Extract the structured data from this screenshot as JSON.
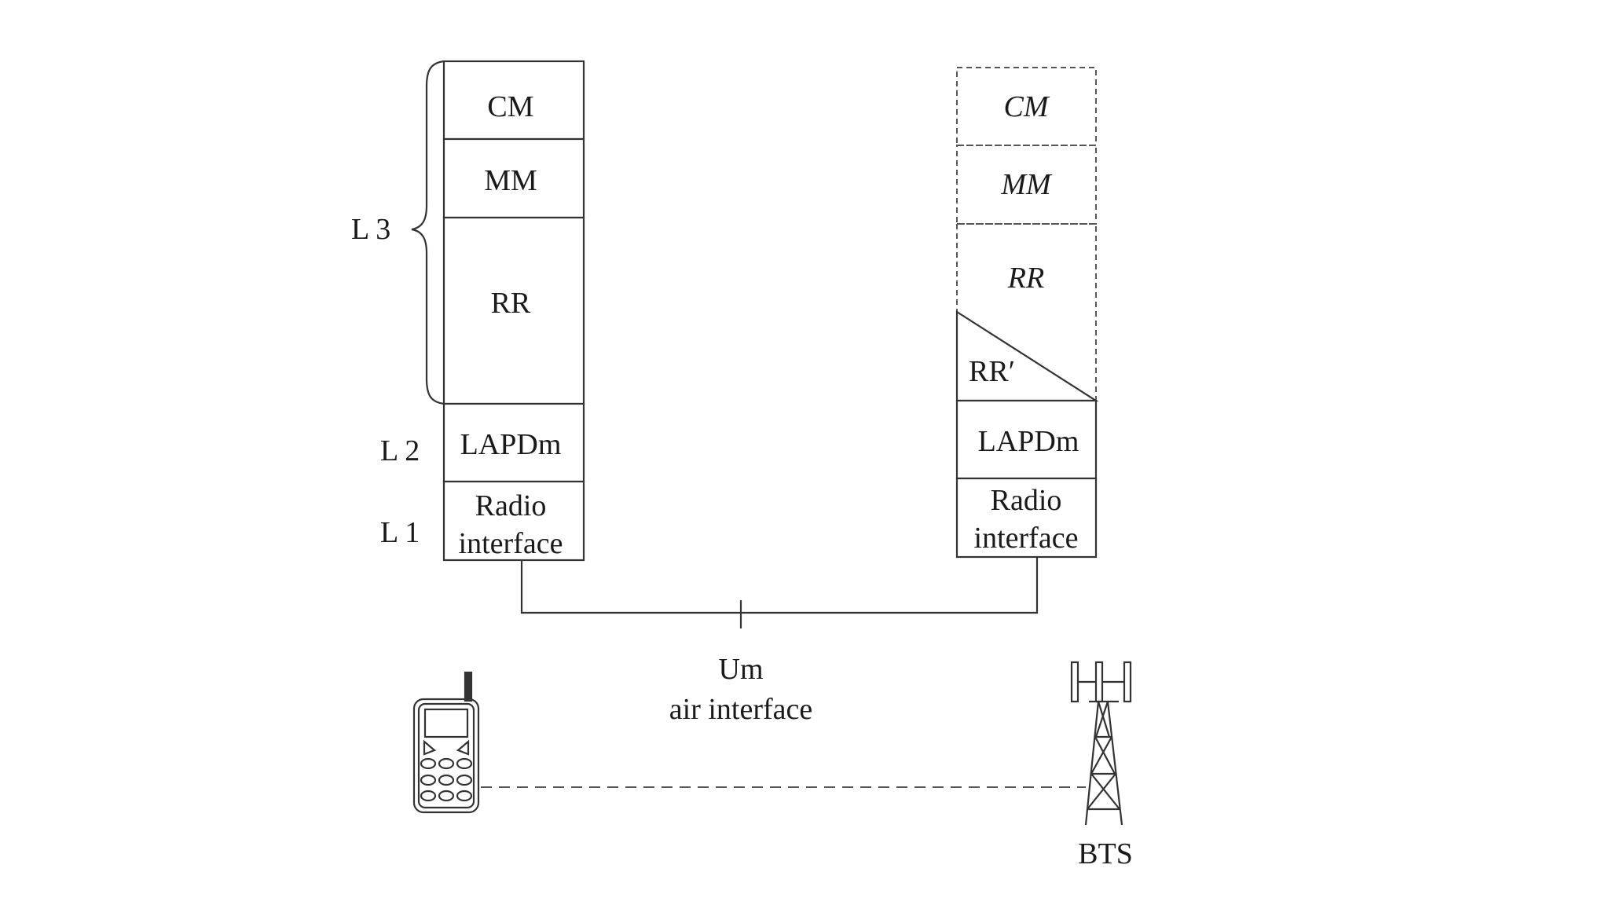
{
  "ms_stack": {
    "cm": "CM",
    "mm": "MM",
    "rr": "RR",
    "lapdm": "LAPDm",
    "radio_line1": "Radio",
    "radio_line2": "interface"
  },
  "bts_stack": {
    "cm": "CM",
    "mm": "MM",
    "rr": "RR",
    "rr_prime": "RR′",
    "lapdm": "LAPDm",
    "radio_line1": "Radio",
    "radio_line2": "interface"
  },
  "layers": {
    "l3": "L 3",
    "l2": "L 2",
    "l1": "L 1"
  },
  "interface": {
    "line1": "Um",
    "line2": "air interface"
  },
  "devices": {
    "mobile_icon": "mobile-phone-icon",
    "tower_icon": "cell-tower-icon",
    "tower_label": "BTS"
  }
}
